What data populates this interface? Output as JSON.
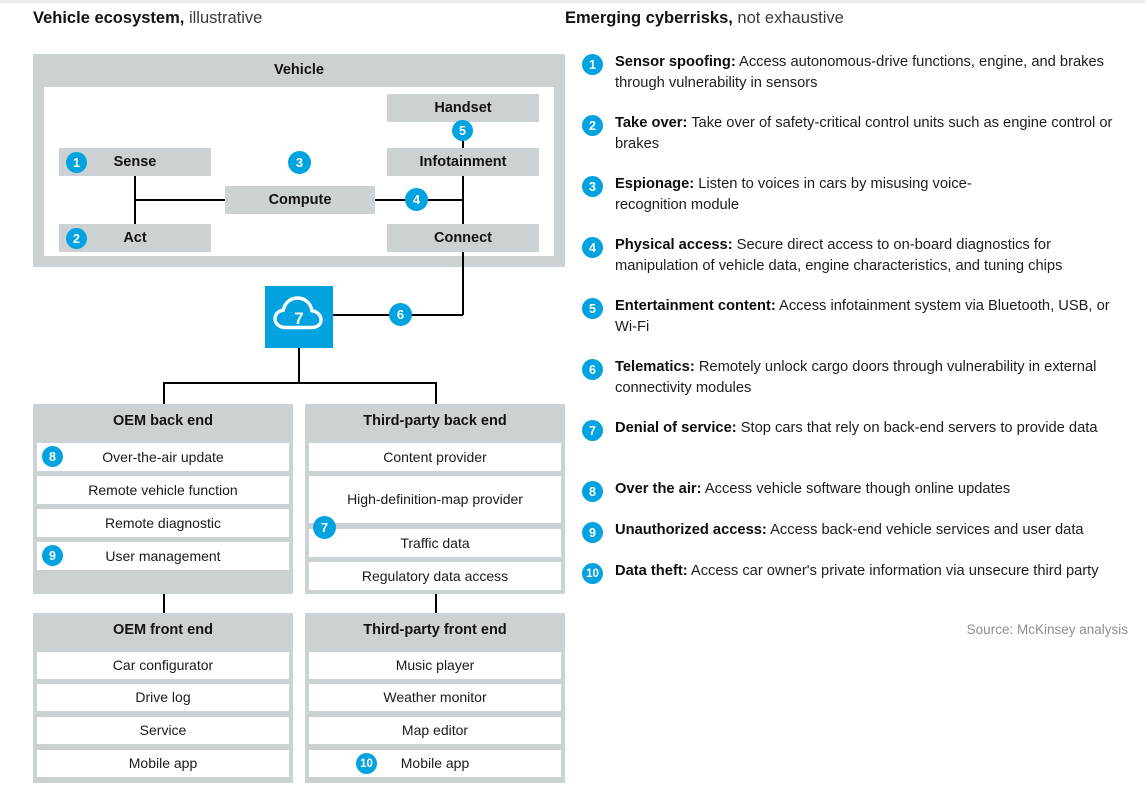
{
  "left": {
    "title_bold": "Vehicle ecosystem,",
    "title_rest": " illustrative",
    "vehicle_group_label": "Vehicle",
    "vehicle_nodes": {
      "sense": "Sense",
      "act": "Act",
      "compute": "Compute",
      "handset": "Handset",
      "infotainment": "Infotainment",
      "connect": "Connect"
    },
    "vehicle_badges": {
      "sense": "1",
      "act": "2",
      "compute": "3",
      "connect_compute": "4",
      "handset": "5"
    },
    "cloud": {
      "badge": "7",
      "icon": "cloud-icon"
    },
    "cloud_link_badge": "6",
    "groups": [
      {
        "id": "oem-back-end",
        "header": "OEM back end",
        "rows": [
          {
            "label": "Over-the-air update",
            "badge": "8"
          },
          {
            "label": "Remote vehicle function",
            "badge": null
          },
          {
            "label": "Remote diagnostic",
            "badge": null
          },
          {
            "label": "User management",
            "badge": "9"
          }
        ]
      },
      {
        "id": "third-party-back-end",
        "header": "Third-party back end",
        "edge_badge": "7",
        "rows": [
          {
            "label": "Content provider",
            "badge": null
          },
          {
            "label": "High-definition-map provider",
            "badge": null
          },
          {
            "label": "Traffic data",
            "badge": null
          },
          {
            "label": "Regulatory data access",
            "badge": null
          }
        ]
      },
      {
        "id": "oem-front-end",
        "header": "OEM front end",
        "rows": [
          {
            "label": "Car configurator",
            "badge": null
          },
          {
            "label": "Drive log",
            "badge": null
          },
          {
            "label": "Service",
            "badge": null
          },
          {
            "label": "Mobile app",
            "badge": null
          }
        ]
      },
      {
        "id": "third-party-front-end",
        "header": "Third-party front end",
        "rows": [
          {
            "label": "Music player",
            "badge": null
          },
          {
            "label": "Weather monitor",
            "badge": null
          },
          {
            "label": "Map editor",
            "badge": null
          },
          {
            "label": "Mobile app",
            "badge": "10"
          }
        ]
      }
    ]
  },
  "right": {
    "title_bold": "Emerging cyberrisks,",
    "title_rest": " not exhaustive",
    "risks": [
      {
        "num": "1",
        "term": "Sensor spoofing:",
        "desc": " Access autonomous-drive functions, engine, and brakes through vulnerability in sensors"
      },
      {
        "num": "2",
        "term": "Take over:",
        "desc": " Take over of safety-critical control units such as engine control or brakes"
      },
      {
        "num": "3",
        "term": "Espionage:",
        "desc": " Listen to voices in cars by misusing voice-recognition module"
      },
      {
        "num": "4",
        "term": "Physical access:",
        "desc": " Secure direct access to on-board diagnostics for manipulation of vehicle data, engine characteristics, and tuning chips"
      },
      {
        "num": "5",
        "term": "Entertainment content:",
        "desc": " Access infotainment system via Bluetooth, USB, or Wi-Fi"
      },
      {
        "num": "6",
        "term": "Telematics:",
        "desc": " Remotely unlock cargo doors through vulnerability in external connectivity modules"
      },
      {
        "num": "7",
        "term": "Denial of service:",
        "desc": " Stop cars that rely on back-end servers to provide data"
      },
      {
        "num": "8",
        "term": "Over the air:",
        "desc": " Access vehicle software though online updates"
      },
      {
        "num": "9",
        "term": "Unauthorized access:",
        "desc": " Access back-end vehicle services and user data"
      },
      {
        "num": "10",
        "term": "Data theft:",
        "desc": " Access car owner's private information via unsecure third party"
      }
    ],
    "source": "Source: McKinsey analysis"
  },
  "colors": {
    "accent_blue": "#00a3e0",
    "box_grey": "#ccd1d3",
    "panel_grey": "#e6e7e8",
    "text_dark": "#121212",
    "source_grey": "#8a8f94"
  }
}
